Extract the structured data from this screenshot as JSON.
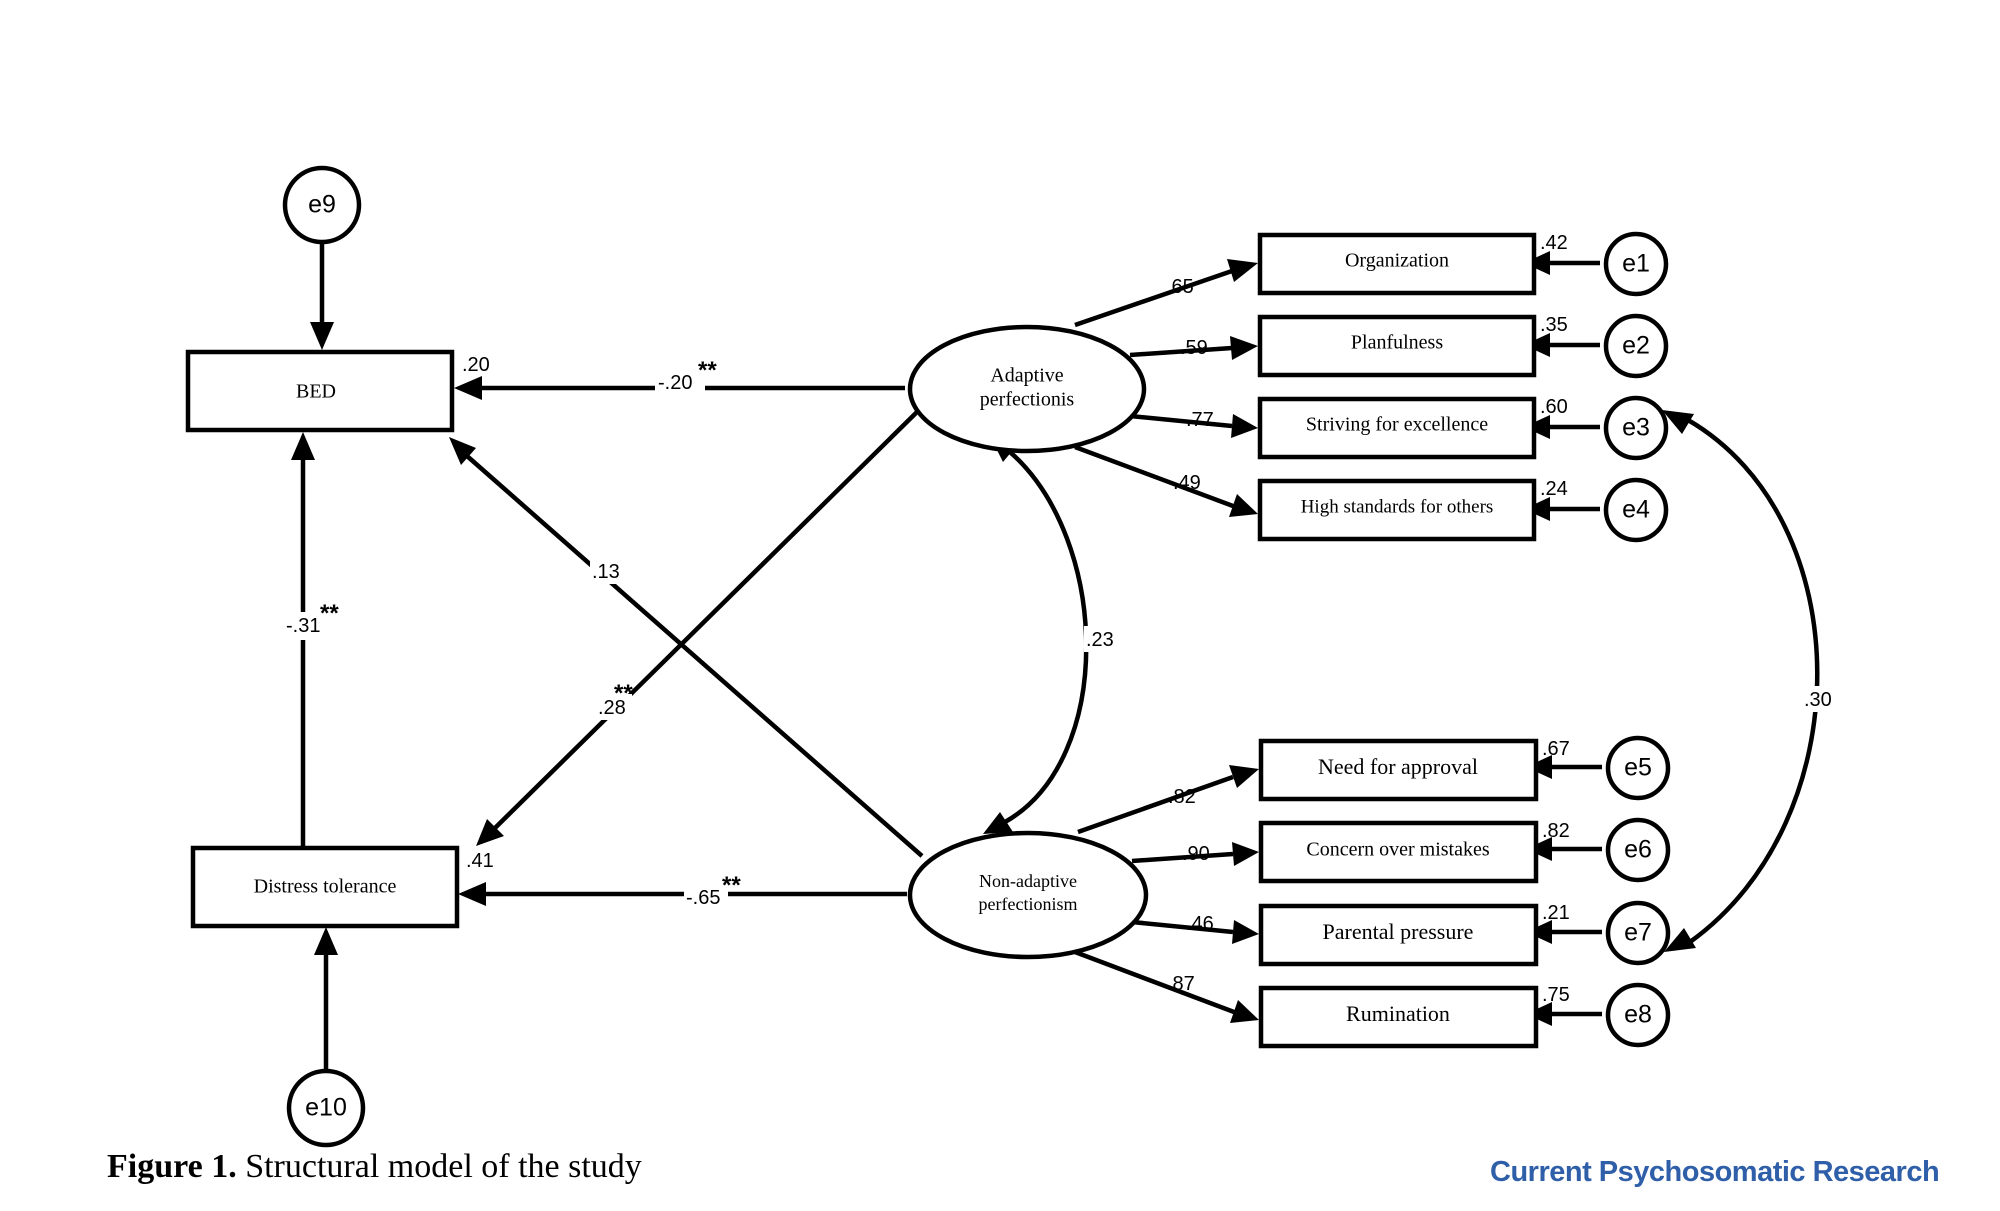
{
  "nodes": {
    "bed": {
      "label": "BED",
      "r2": ".20"
    },
    "distress_tolerance": {
      "label": "Distress tolerance",
      "r2": ".41"
    },
    "adaptive": {
      "label_line1": "Adaptive",
      "label_line2": "perfectionis"
    },
    "non_adaptive": {
      "label_line1": "Non-adaptive",
      "label_line2": "perfectionism"
    },
    "indicators": [
      {
        "label": "Organization",
        "loading": ".65",
        "r2": ".42",
        "error": "e1"
      },
      {
        "label": "Planfulness",
        "loading": ".59",
        "r2": ".35",
        "error": "e2"
      },
      {
        "label": "Striving for excellence",
        "loading": ".77",
        "r2": ".60",
        "error": "e3"
      },
      {
        "label": "High standards for others",
        "loading": ".49",
        "r2": ".24",
        "error": "e4"
      },
      {
        "label": "Need for approval",
        "loading": ".82",
        "r2": ".67",
        "error": "e5"
      },
      {
        "label": "Concern over mistakes",
        "loading": ".90",
        "r2": ".82",
        "error": "e6"
      },
      {
        "label": "Parental pressure",
        "loading": ".46",
        "r2": ".21",
        "error": "e7"
      },
      {
        "label": "Rumination",
        "loading": ".87",
        "r2": ".75",
        "error": "e8"
      }
    ],
    "e9": "e9",
    "e10": "e10"
  },
  "paths": {
    "adaptive_to_bed": {
      "coef": "-.20",
      "sig": "**"
    },
    "distress_to_bed": {
      "coef": "-.31",
      "sig": "**"
    },
    "nonadaptive_to_bed": {
      "coef": ".13"
    },
    "adaptive_to_distress": {
      "coef": ".28",
      "sig": "**"
    },
    "nonadaptive_to_distress": {
      "coef": "-.65",
      "sig": "**"
    },
    "adaptive_nonadaptive_cov": {
      "coef": ".23"
    },
    "e3_e7_cov": {
      "coef": ".30"
    }
  },
  "caption": {
    "bold": "Figure 1.",
    "text": " Structural model of the study"
  },
  "journal": {
    "name": "Current Psychosomatic Research",
    "color": "#2f5fa8"
  }
}
